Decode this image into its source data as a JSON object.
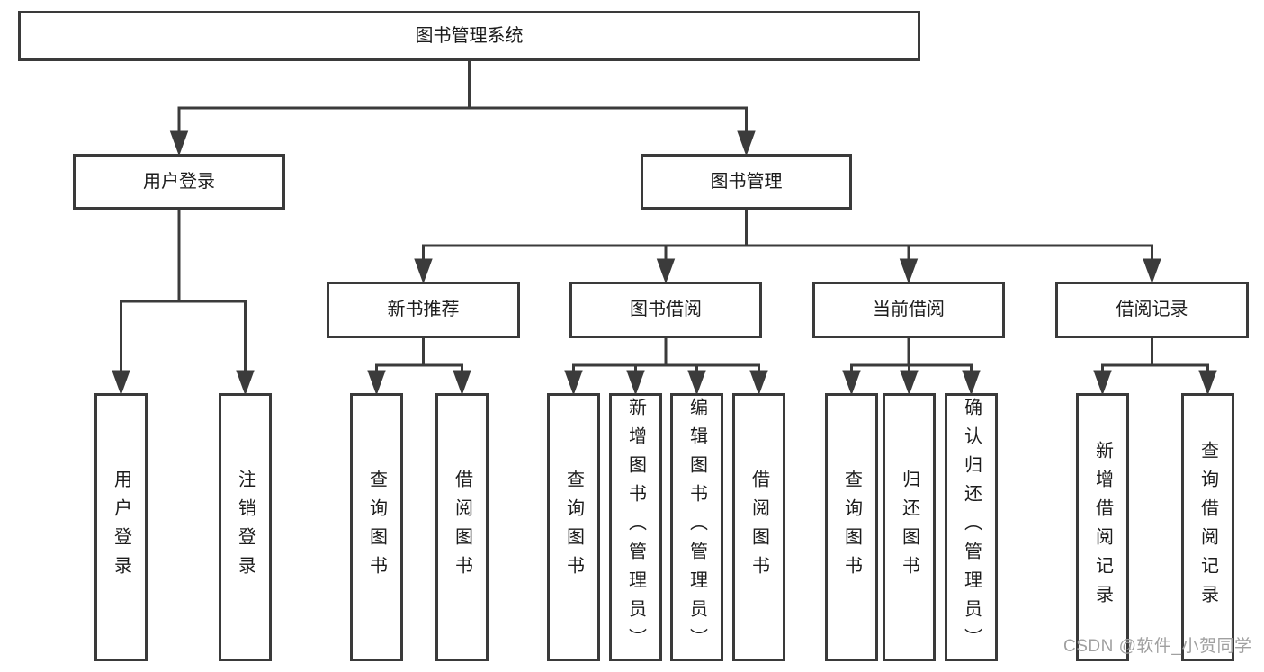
{
  "diagram": {
    "type": "tree",
    "orientation": "top-down",
    "tree": {
      "label": "图书管理系统",
      "children": [
        {
          "label": "用户登录",
          "children": [
            {
              "label": "用户登录"
            },
            {
              "label": "注销登录"
            }
          ]
        },
        {
          "label": "图书管理",
          "children": [
            {
              "label": "新书推荐",
              "children": [
                {
                  "label": "查询图书"
                },
                {
                  "label": "借阅图书"
                }
              ]
            },
            {
              "label": "图书借阅",
              "children": [
                {
                  "label": "查询图书"
                },
                {
                  "label": "新增图书（管理员）"
                },
                {
                  "label": "编辑图书（管理员）"
                },
                {
                  "label": "借阅图书"
                }
              ]
            },
            {
              "label": "当前借阅",
              "children": [
                {
                  "label": "查询图书"
                },
                {
                  "label": "归还图书"
                },
                {
                  "label": "确认归还（管理员）"
                }
              ]
            },
            {
              "label": "借阅记录",
              "children": [
                {
                  "label": "新增借阅记录"
                },
                {
                  "label": "查询借阅记录"
                }
              ]
            }
          ]
        }
      ]
    }
  },
  "watermark": {
    "text": "CSDN @软件_小贺同学"
  },
  "colors": {
    "bg": "#ffffff",
    "fill": "#ffffff",
    "line": "#3b3b3b",
    "border": "#3a3a3a",
    "text": "#1c1c1c",
    "watermark": "#a0a0a0"
  }
}
